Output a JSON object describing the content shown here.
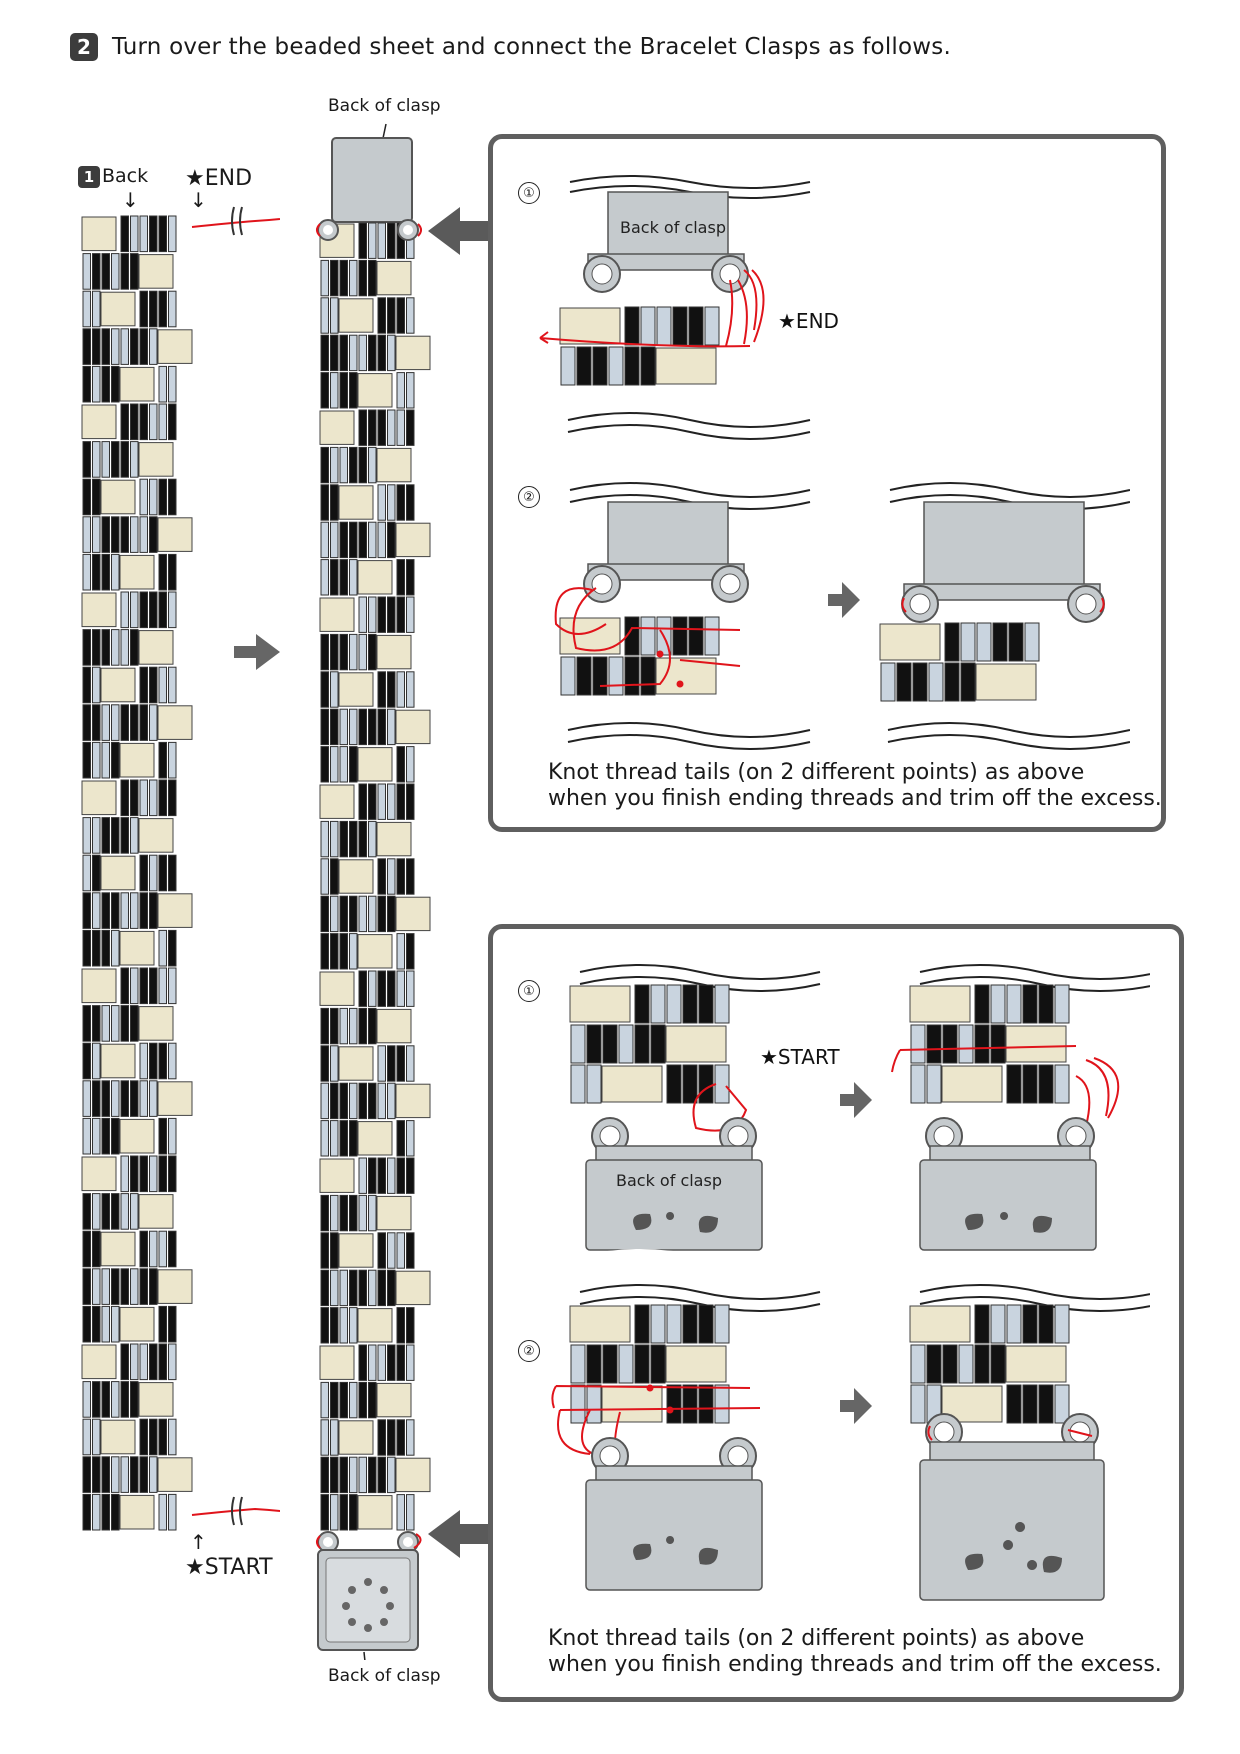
{
  "step": {
    "number": "2",
    "text": "Turn over the beaded sheet and connect the Bracelet Clasps as follows."
  },
  "left_strip": {
    "badge": "1",
    "back_label": "Back",
    "end_label": "★END",
    "start_label": "★START",
    "arrow_down": "↓",
    "arrow_up": "↑"
  },
  "center_strip": {
    "top_label": "Back of clasp",
    "bottom_label": "Back of clasp"
  },
  "top_box": {
    "step1_marker": "①",
    "step2_marker": "②",
    "clasp_label": "Back of clasp",
    "end_label": "★END",
    "caption_line1": "Knot thread tails (on 2 different points) as above",
    "caption_line2": "when you finish ending threads and trim off the excess."
  },
  "bottom_box": {
    "step1_marker": "①",
    "step2_marker": "②",
    "clasp_label": "Back of clasp",
    "start_label": "★START",
    "caption_line1": "Knot thread tails (on 2 different points) as above",
    "caption_line2": "when you finish ending threads and trim off the excess."
  },
  "colors": {
    "bead_black": "#111111",
    "bead_blue": "#c9d4df",
    "bead_cream": "#ece6cc",
    "thread": "#e0141b",
    "clasp_gray": "#c5cacd",
    "frame_gray": "#5f5f5f",
    "arrow_gray": "#666666"
  }
}
